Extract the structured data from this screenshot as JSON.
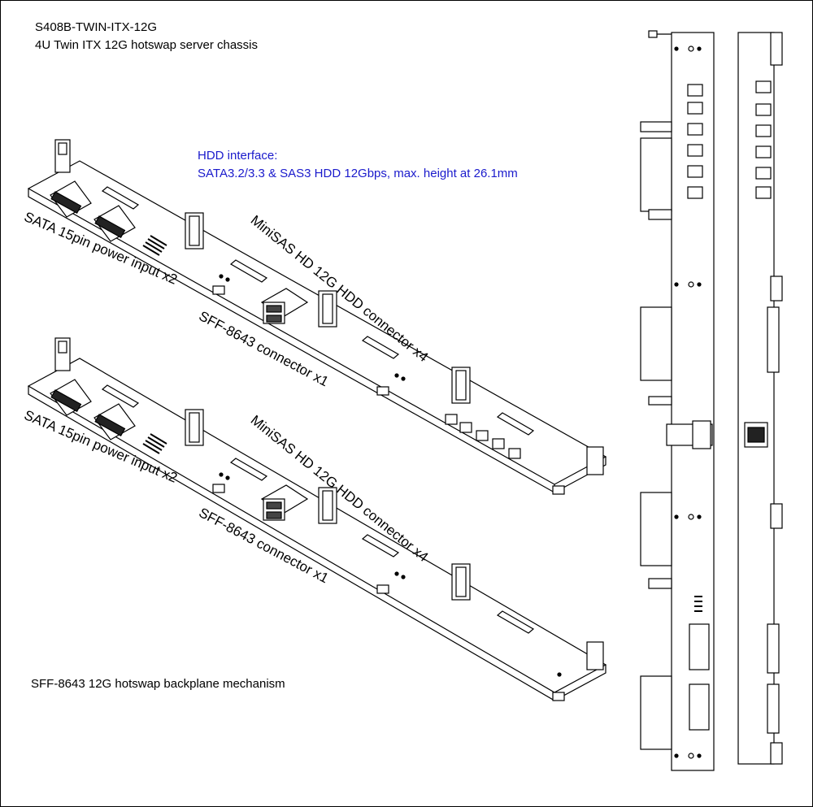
{
  "title": {
    "model": "S408B-TWIN-ITX-12G",
    "subtitle": "4U Twin ITX 12G hotswap server chassis"
  },
  "hdd_interface": {
    "heading": "HDD interface:",
    "detail": "SATA3.2/3.3 & SAS3 HDD 12Gbps, max. height at 26.1mm"
  },
  "board_top": {
    "sata_label": "SATA 15pin power input x2",
    "minisas_label": "MiniSAS HD 12G HDD connector x4",
    "sff_label": "SFF-8643 connector x1"
  },
  "board_bottom": {
    "sata_label": "SATA 15pin power input x2",
    "minisas_label": "MiniSAS HD 12G HDD connector x4",
    "sff_label": "SFF-8643 connector x1"
  },
  "caption": "SFF-8643 12G hotswap backplane mechanism",
  "colors": {
    "line": "#000000",
    "annotation_blue": "#1a1acc",
    "background": "#ffffff"
  }
}
